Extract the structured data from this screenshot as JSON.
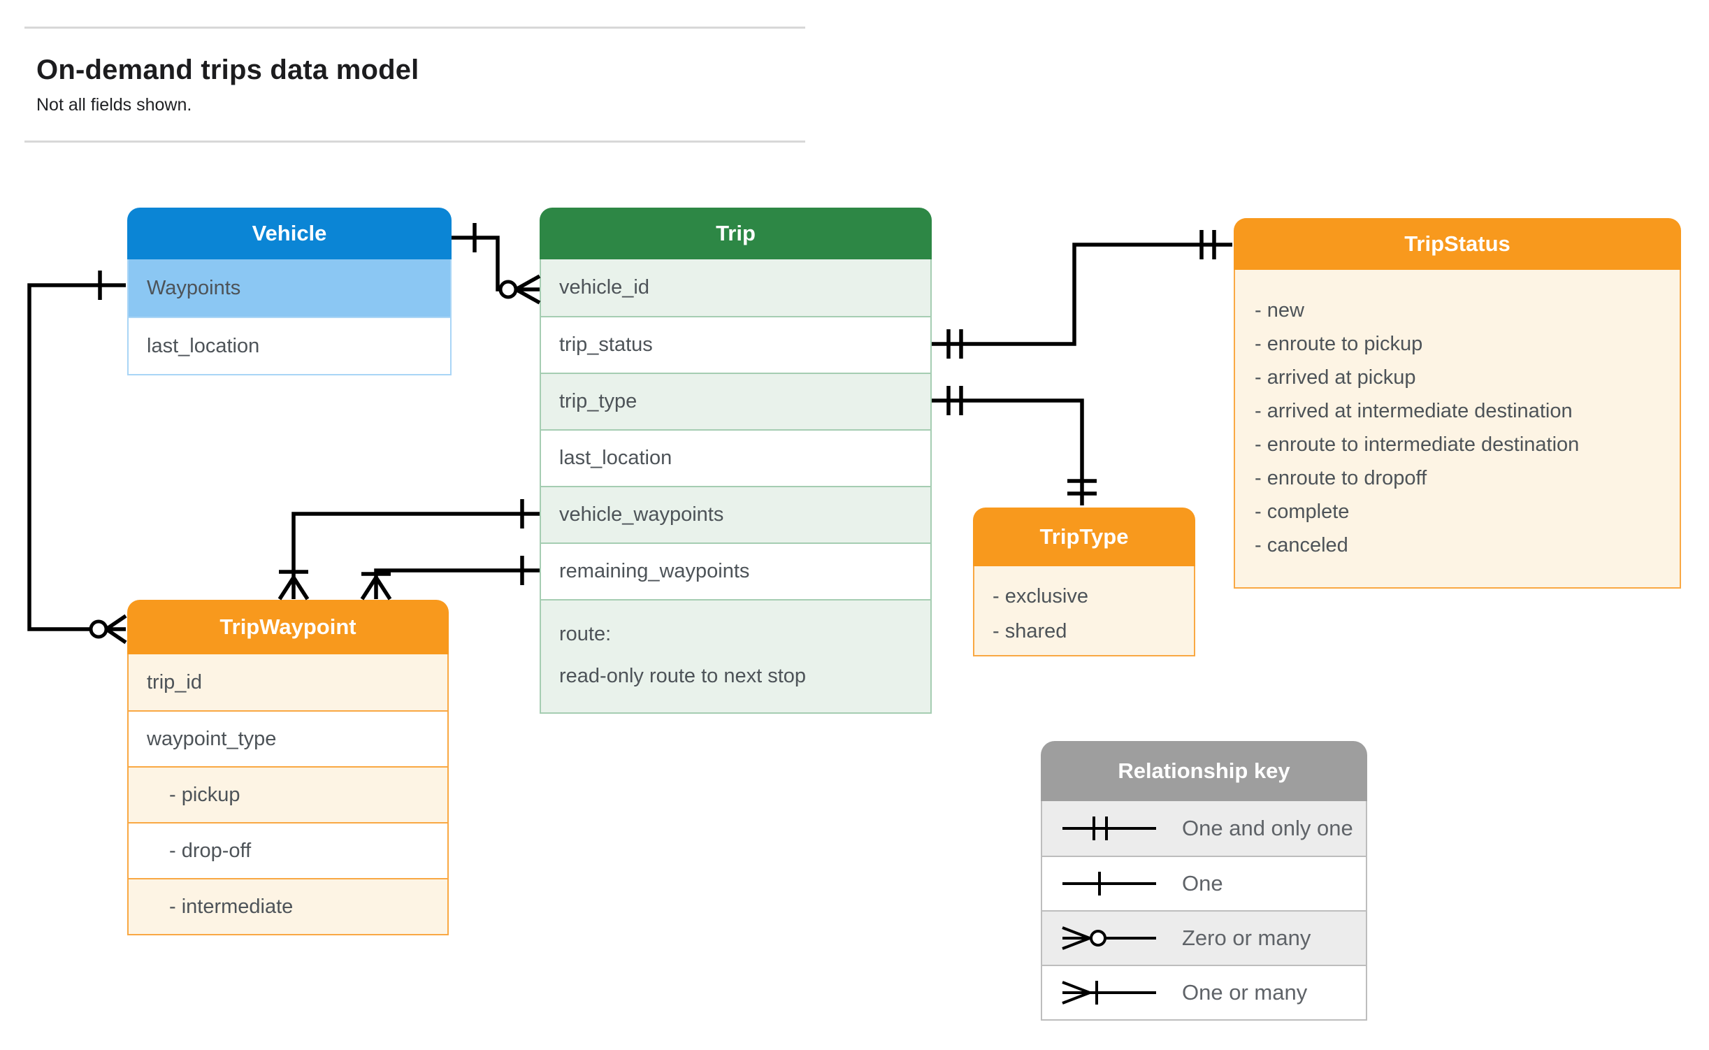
{
  "header": {
    "title": "On-demand trips data model",
    "subtitle": "Not all fields shown."
  },
  "colors": {
    "blue": "#0b85d5",
    "blue_light": "#8bc7f3",
    "blue_border": "#a9d5f6",
    "green": "#2d8745",
    "green_light": "#e9f2eb",
    "green_border": "#a5cdb2",
    "orange": "#f8991d",
    "cream": "#fdf4e4",
    "orange_border": "#f9a843",
    "gray": "#9e9e9e",
    "gray_light": "#ececec",
    "gray_border": "#bdbdbd",
    "line": "#000000",
    "text": "#4d5358",
    "muted": "#5f6368"
  },
  "entities": {
    "vehicle": {
      "title": "Vehicle",
      "rows": [
        "Waypoints",
        "last_location"
      ]
    },
    "trip": {
      "title": "Trip",
      "rows": [
        "vehicle_id",
        "trip_status",
        "trip_type",
        "last_location",
        "vehicle_waypoints",
        "remaining_waypoints"
      ],
      "route_row": {
        "line1": "route:",
        "line2": "read-only route to next stop"
      }
    },
    "trip_status": {
      "title": "TripStatus",
      "items": [
        "- new",
        "- enroute to pickup",
        "- arrived at pickup",
        "- arrived at intermediate destination",
        "- enroute to intermediate destination",
        "- enroute to dropoff",
        "- complete",
        "- canceled"
      ]
    },
    "trip_type": {
      "title": "TripType",
      "items": [
        "- exclusive",
        "- shared"
      ]
    },
    "trip_waypoint": {
      "title": "TripWaypoint",
      "rows": [
        "trip_id",
        "waypoint_type",
        "- pickup",
        "- drop-off",
        "- intermediate"
      ]
    }
  },
  "legend": {
    "title": "Relationship key",
    "items": [
      {
        "symbol": "one-and-only-one",
        "label": "One and only one"
      },
      {
        "symbol": "one",
        "label": "One"
      },
      {
        "symbol": "zero-or-many",
        "label": "Zero or many"
      },
      {
        "symbol": "one-or-many",
        "label": "One or many"
      }
    ]
  },
  "relationships": [
    {
      "from": "Vehicle",
      "to": "Trip.vehicle_id",
      "from_cardinality": "One",
      "to_cardinality": "Zero or many"
    },
    {
      "from": "Vehicle.Waypoints",
      "to": "TripWaypoint",
      "from_cardinality": "One",
      "to_cardinality": "Zero or many"
    },
    {
      "from": "Trip.trip_status",
      "to": "TripStatus",
      "from_cardinality": "One and only one",
      "to_cardinality": "One and only one"
    },
    {
      "from": "Trip.trip_type",
      "to": "TripType",
      "from_cardinality": "One and only one",
      "to_cardinality": "One and only one"
    },
    {
      "from": "Trip.vehicle_waypoints",
      "to": "TripWaypoint",
      "from_cardinality": "One",
      "to_cardinality": "One or many"
    },
    {
      "from": "Trip.remaining_waypoints",
      "to": "TripWaypoint",
      "from_cardinality": "One",
      "to_cardinality": "One or many"
    }
  ]
}
